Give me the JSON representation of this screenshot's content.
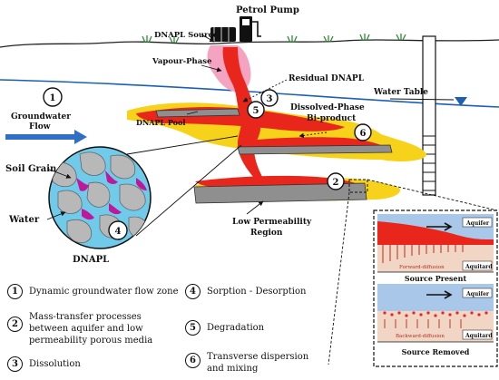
{
  "labels": {
    "petrol_pump": "Petrol Pump",
    "dnapl_source": "DNAPL Source",
    "vapour_phase": "Vapour-Phase",
    "residual_dnapl": "Residual DNAPL",
    "water_table": "Water Table",
    "groundwater_flow_l1": "Groundwater",
    "groundwater_flow_l2": "Flow",
    "dnapl_pool": "DNAPL Pool",
    "dissolved_l1": "Dissolved-Phase",
    "dissolved_l2": "Bi-product",
    "soil_grain": "Soil Grain",
    "water": "Water",
    "dnapl": "DNAPL",
    "low_perm_l1": "Low Permeability",
    "low_perm_l2": "Region"
  },
  "markers": [
    "1",
    "2",
    "3",
    "4",
    "5",
    "6"
  ],
  "inset": {
    "aquifer": "Aquifer",
    "aquitard": "Aquitard",
    "forward_diffusion": "Forward-diffusion",
    "backward_diffusion": "Backward-diffusion",
    "source_present": "Source Present",
    "source_removed": "Source Removed"
  },
  "legend": [
    {
      "num": "1",
      "text_l1": "Dynamic groundwater flow zone",
      "text_l2": ""
    },
    {
      "num": "2",
      "text_l1": "Mass-transfer processes",
      "text_l2": "between aquifer and low",
      "text_l3": "permeability porous media"
    },
    {
      "num": "3",
      "text_l1": "Dissolution",
      "text_l2": ""
    },
    {
      "num": "4",
      "text_l1": "Sorption - Desorption",
      "text_l2": ""
    },
    {
      "num": "5",
      "text_l1": "Degradation",
      "text_l2": ""
    },
    {
      "num": "6",
      "text_l1": "Transverse dispersion",
      "text_l2": "and mixing"
    }
  ],
  "colors": {
    "plume_yellow": "#f7d21b",
    "dnapl_red": "#e8261c",
    "vapour_pink": "#f4a3c0",
    "water_table_blue": "#1e5fb4",
    "flow_arrow_blue": "#2f6fc4",
    "pool_gray": "#8f8f8f",
    "grain_water": "#6fcbe9",
    "grain_dnapl": "#c0189a"
  }
}
